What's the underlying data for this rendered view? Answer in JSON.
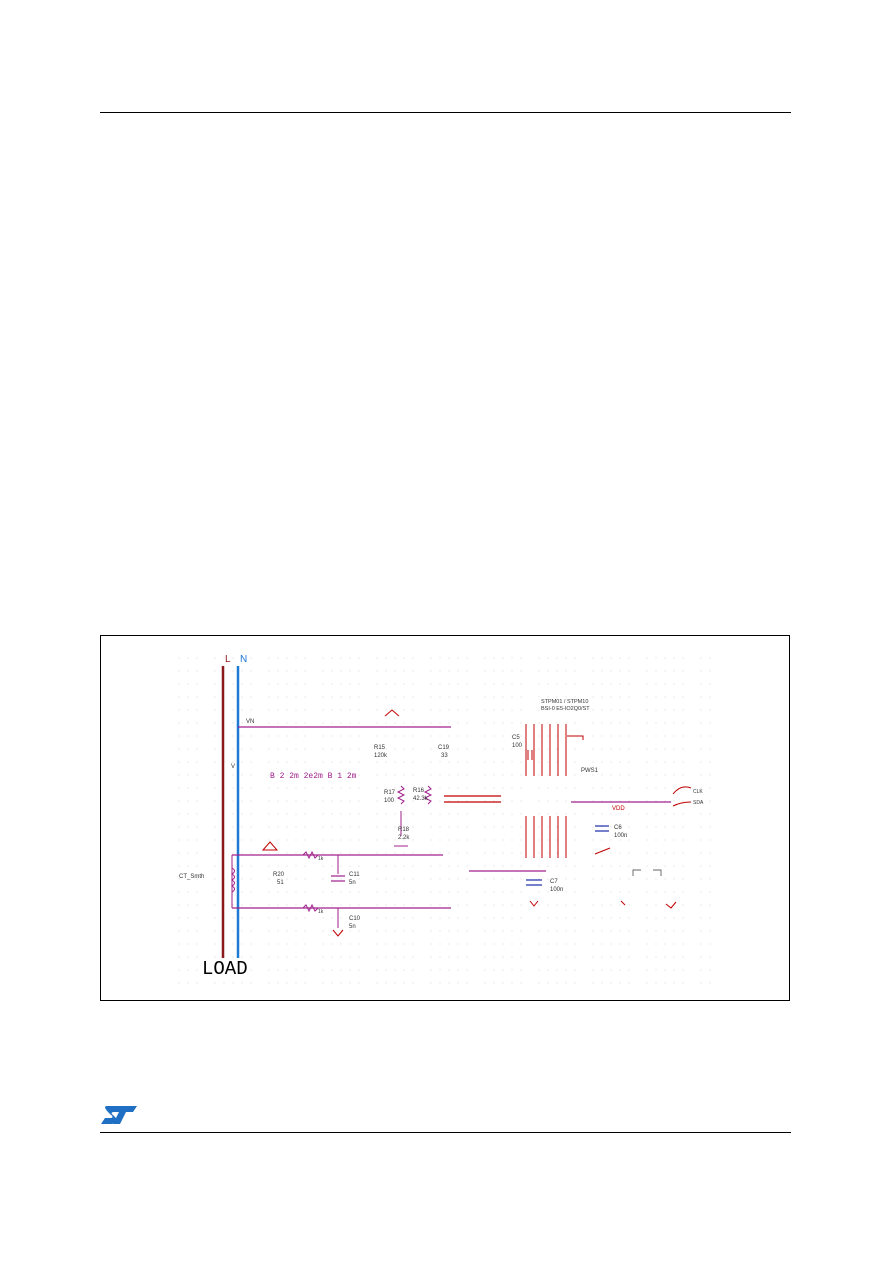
{
  "page": {
    "logo": "ST"
  },
  "schematic": {
    "rails": {
      "line": "L",
      "neutral": "N"
    },
    "load_label": "LOAD",
    "colors": {
      "line_rail": "#8b1a1a",
      "neutral_rail": "#1f7ad6",
      "wire": "#a0208c",
      "pin": "#c00000",
      "cap": "#1a2aa8",
      "logo": "#1f6fc4"
    },
    "labels": {
      "vn": "VN",
      "v": "V",
      "ic_name": "STPM01 / STPM10",
      "ic_sub": "BSI-0 E5-IO2Q0/ST",
      "r_top": "R15",
      "r_top_val": "120k",
      "c_top": "C19",
      "c_top_val": "33",
      "r_mid1": "R17",
      "r_mid1_val": "100",
      "r_mid2": "R16",
      "r_mid2_val": "42.3k",
      "r_bot": "R18",
      "r_bot_val": "2.2k",
      "divider_text": "B 2 2m   2e2m   B 1 2m",
      "ct": "CT_Smth",
      "r_ct": "R20",
      "r_ct_val": "51",
      "c_ct1": "C11",
      "c_ct1_val": "5n",
      "c_ct2": "C10",
      "c_ct2_val": "5n",
      "res_ct_top": "1k",
      "res_ct_bot": "1k",
      "cap_right": "C6",
      "cap_right_val": "100n",
      "cap_bot": "C7",
      "cap_bot_val": "100n",
      "xtal": "PWS1",
      "out1": "CLK",
      "out2": "SDA",
      "vdd_label": "VDD",
      "cap_vcc": "C5",
      "cap_vcc_val": "100"
    }
  }
}
